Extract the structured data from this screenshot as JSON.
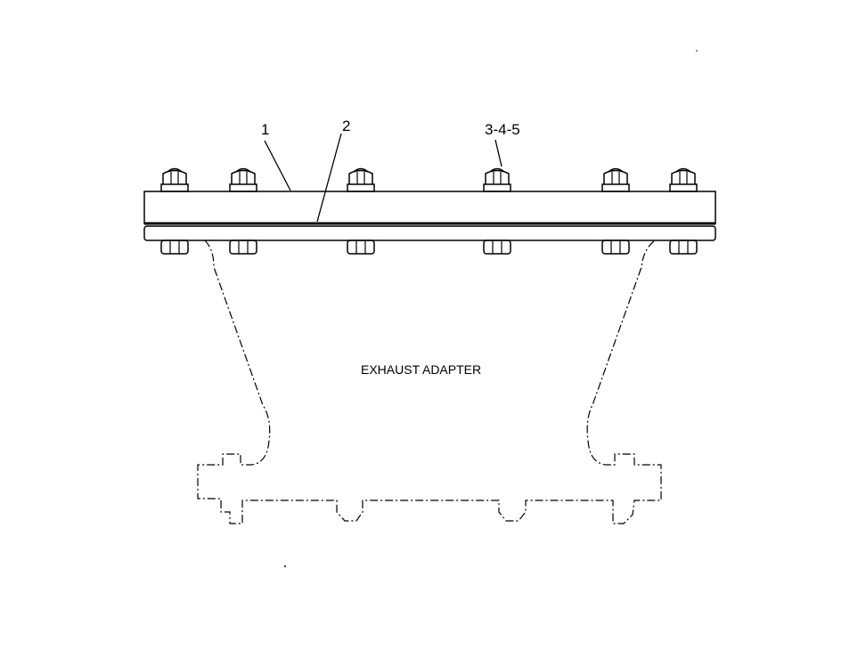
{
  "callouts": {
    "part1": "1",
    "part2": "2",
    "part345": "3-4-5"
  },
  "caption": "EXHAUST ADAPTER",
  "colors": {
    "ink": "#000000",
    "background": "#ffffff"
  }
}
